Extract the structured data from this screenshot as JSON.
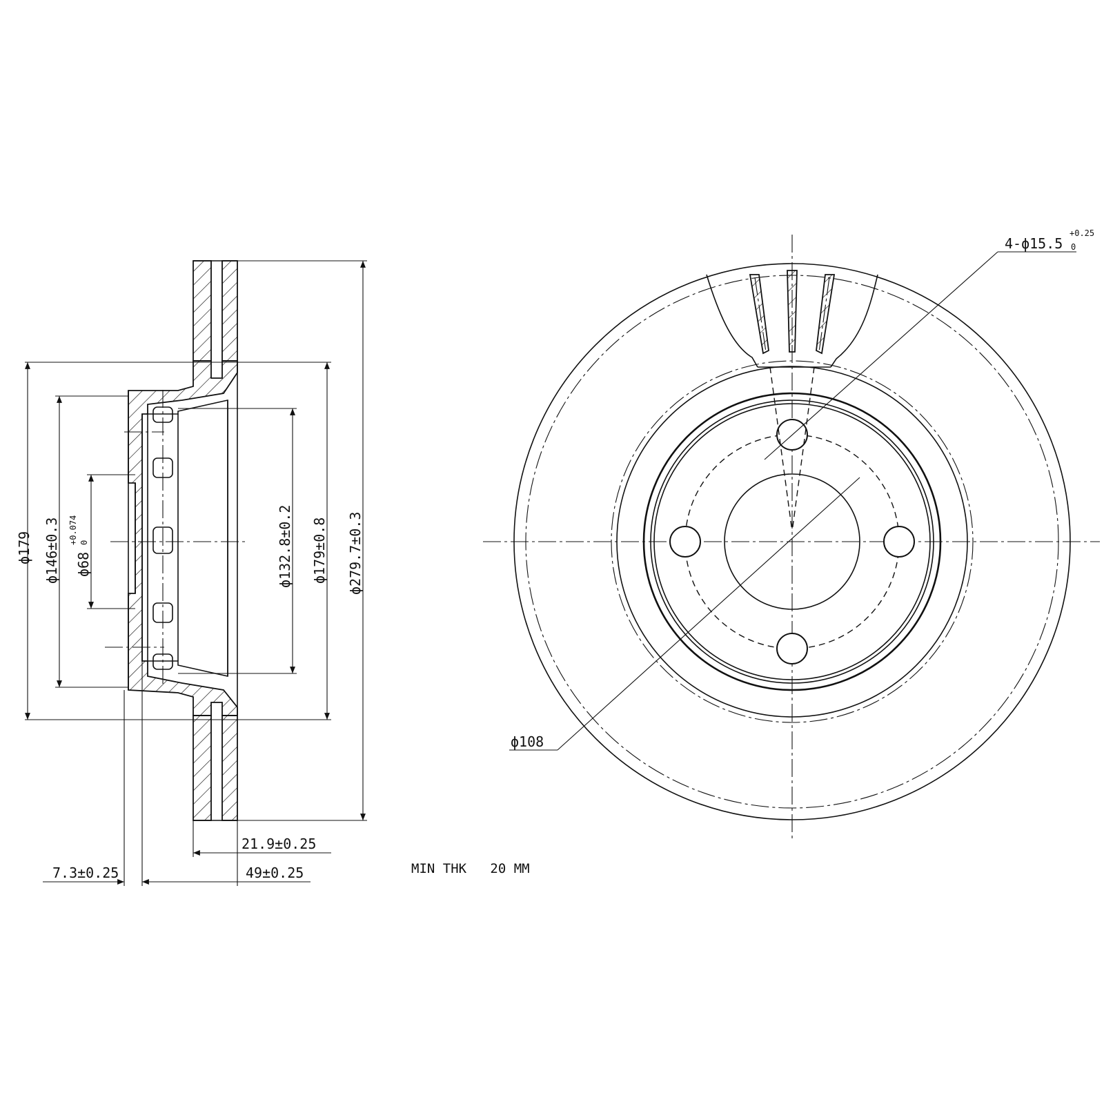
{
  "side_view": {
    "dim_d179_outer": "ϕ179",
    "dim_d146": "ϕ146±0.3",
    "dim_d68": "ϕ68",
    "dim_d68_tol_upper": "+0.074",
    "dim_d68_tol_lower": "0",
    "dim_d132": "ϕ132.8±0.2",
    "dim_d179_tol": "ϕ179±0.8",
    "dim_d279": "ϕ279.7±0.3",
    "dim_thickness": "21.9±0.25",
    "dim_offset": "7.3±0.25",
    "dim_height": "49±0.25"
  },
  "front_view": {
    "dim_holes": "4-ϕ15.5",
    "dim_holes_tol_upper": "+0.25",
    "dim_holes_tol_lower": "0",
    "dim_pcd": "ϕ108"
  },
  "note": "MIN THK   20 MM"
}
